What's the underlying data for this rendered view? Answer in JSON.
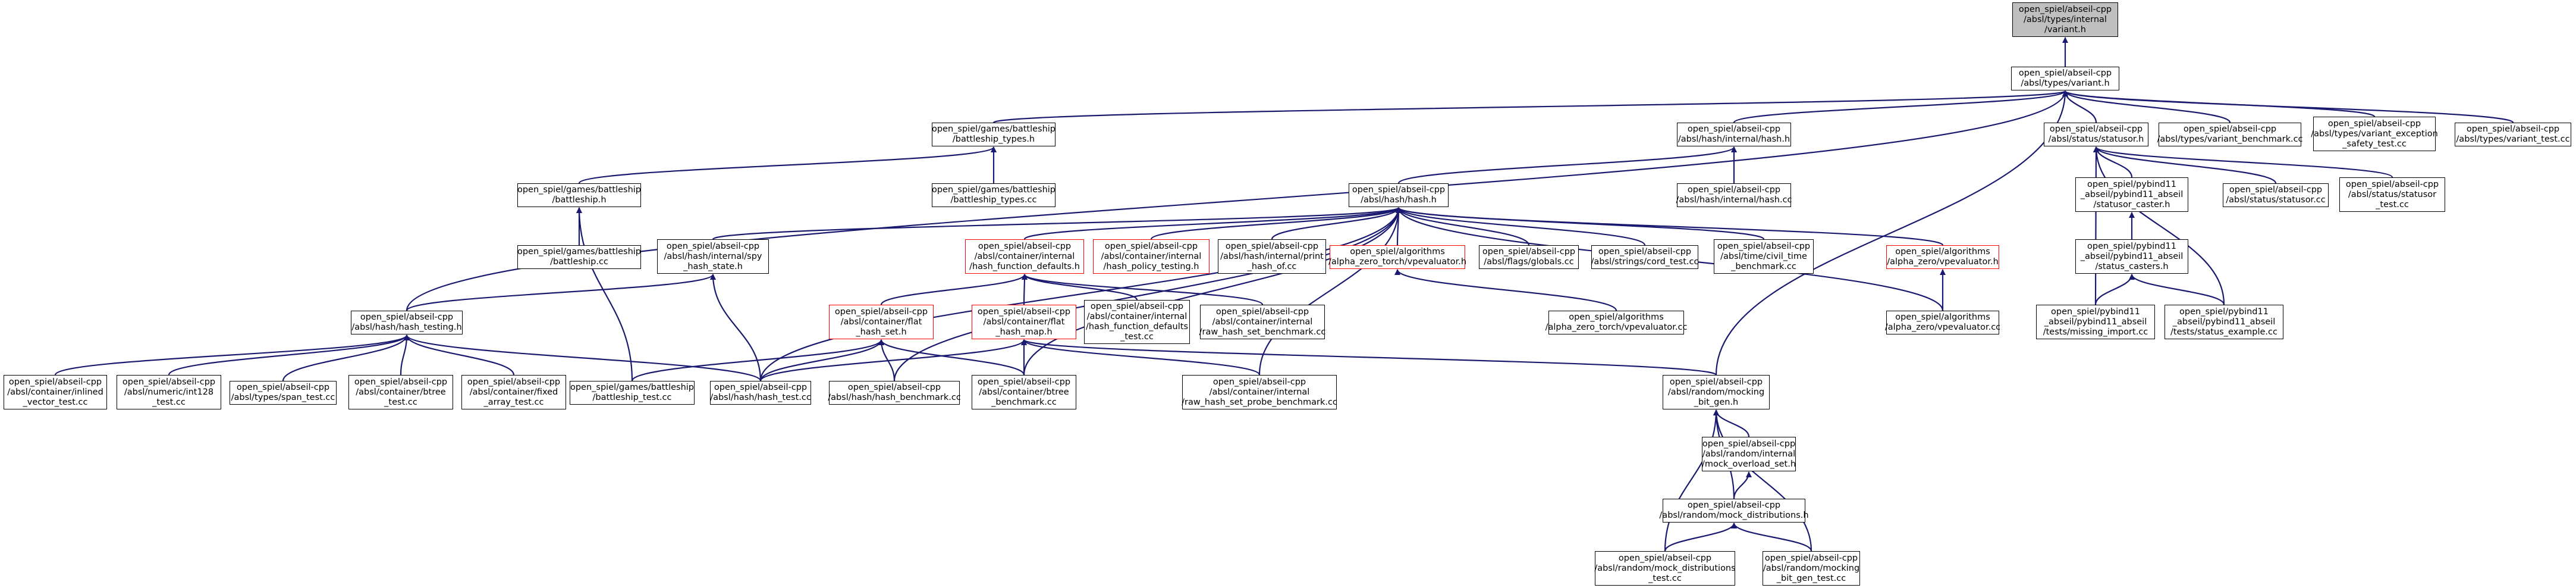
{
  "colors": {
    "edge": "#191970",
    "root_fill": "#bfbfbf",
    "red_border": "#ff0000",
    "node_border": "#000000"
  },
  "nodes": {
    "variant_internal_h": {
      "lines": [
        "open_spiel/abseil-cpp",
        "/absl/types/internal",
        "/variant.h"
      ]
    },
    "variant_h": {
      "lines": [
        "open_spiel/abseil-cpp",
        "/absl/types/variant.h"
      ]
    },
    "battleship_types_h": {
      "lines": [
        "open_spiel/games/battleship",
        "/battleship_types.h"
      ]
    },
    "hash_internal_hash_h": {
      "lines": [
        "open_spiel/abseil-cpp",
        "/absl/hash/internal/hash.h"
      ]
    },
    "statusor_h": {
      "lines": [
        "open_spiel/abseil-cpp",
        "/absl/status/statusor.h"
      ]
    },
    "variant_benchmark": {
      "lines": [
        "open_spiel/abseil-cpp",
        "/absl/types/variant_benchmark.cc"
      ]
    },
    "variant_exception_safety": {
      "lines": [
        "open_spiel/abseil-cpp",
        "/absl/types/variant_exception",
        "_safety_test.cc"
      ]
    },
    "variant_test": {
      "lines": [
        "open_spiel/abseil-cpp",
        "/absl/types/variant_test.cc"
      ]
    },
    "battleship_h": {
      "lines": [
        "open_spiel/games/battleship",
        "/battleship.h"
      ]
    },
    "battleship_types_cc": {
      "lines": [
        "open_spiel/games/battleship",
        "/battleship_types.cc"
      ]
    },
    "hash_h": {
      "lines": [
        "open_spiel/abseil-cpp",
        "/absl/hash/hash.h"
      ]
    },
    "hash_internal_hash_cc": {
      "lines": [
        "open_spiel/abseil-cpp",
        "/absl/hash/internal/hash.cc"
      ]
    },
    "statusor_caster": {
      "lines": [
        "open_spiel/pybind11",
        "_abseil/pybind11_abseil",
        "/statusor_caster.h"
      ]
    },
    "statusor_cc": {
      "lines": [
        "open_spiel/abseil-cpp",
        "/absl/status/statusor.cc"
      ]
    },
    "statusor_test": {
      "lines": [
        "open_spiel/abseil-cpp",
        "/absl/status/statusor",
        "_test.cc"
      ]
    },
    "battleship_cc": {
      "lines": [
        "open_spiel/games/battleship",
        "/battleship.cc"
      ]
    },
    "spy_hash_state": {
      "lines": [
        "open_spiel/abseil-cpp",
        "/absl/hash/internal/spy",
        "_hash_state.h"
      ]
    },
    "hash_function_defaults": {
      "lines": [
        "open_spiel/abseil-cpp",
        "/absl/container/internal",
        "/hash_function_defaults.h"
      ]
    },
    "hash_policy_testing": {
      "lines": [
        "open_spiel/abseil-cpp",
        "/absl/container/internal",
        "/hash_policy_testing.h"
      ]
    },
    "print_hash_of": {
      "lines": [
        "open_spiel/abseil-cpp",
        "/absl/hash/internal/print",
        "_hash_of.cc"
      ]
    },
    "alpha_zero_torch_vpe_h": {
      "lines": [
        "open_spiel/algorithms",
        "/alpha_zero_torch/vpevaluator.h"
      ]
    },
    "flags_globals": {
      "lines": [
        "open_spiel/abseil-cpp",
        "/absl/flags/globals.cc"
      ]
    },
    "cord_test": {
      "lines": [
        "open_spiel/abseil-cpp",
        "/absl/strings/cord_test.cc"
      ]
    },
    "civil_time_benchmark": {
      "lines": [
        "open_spiel/abseil-cpp",
        "/absl/time/civil_time",
        "_benchmark.cc"
      ]
    },
    "alpha_zero_vpe_h": {
      "lines": [
        "open_spiel/algorithms",
        "/alpha_zero/vpevaluator.h"
      ]
    },
    "status_casters": {
      "lines": [
        "open_spiel/pybind11",
        "_abseil/pybind11_abseil",
        "/status_casters.h"
      ]
    },
    "hash_testing": {
      "lines": [
        "open_spiel/abseil-cpp",
        "/absl/hash/hash_testing.h"
      ]
    },
    "flat_hash_set": {
      "lines": [
        "open_spiel/abseil-cpp",
        "/absl/container/flat",
        "_hash_set.h"
      ]
    },
    "flat_hash_map": {
      "lines": [
        "open_spiel/abseil-cpp",
        "/absl/container/flat",
        "_hash_map.h"
      ]
    },
    "hash_function_defaults_test": {
      "lines": [
        "open_spiel/abseil-cpp",
        "/absl/container/internal",
        "/hash_function_defaults",
        "_test.cc"
      ]
    },
    "raw_hash_set_benchmark": {
      "lines": [
        "open_spiel/abseil-cpp",
        "/absl/container/internal",
        "/raw_hash_set_benchmark.cc"
      ]
    },
    "alpha_zero_torch_vpe_cc": {
      "lines": [
        "open_spiel/algorithms",
        "/alpha_zero_torch/vpevaluator.cc"
      ]
    },
    "alpha_zero_vpe_cc": {
      "lines": [
        "open_spiel/algorithms",
        "/alpha_zero/vpevaluator.cc"
      ]
    },
    "missing_import": {
      "lines": [
        "open_spiel/pybind11",
        "_abseil/pybind11_abseil",
        "/tests/missing_import.cc"
      ]
    },
    "status_example": {
      "lines": [
        "open_spiel/pybind11",
        "_abseil/pybind11_abseil",
        "/tests/status_example.cc"
      ]
    },
    "inlined_vector_test": {
      "lines": [
        "open_spiel/abseil-cpp",
        "/absl/container/inlined",
        "_vector_test.cc"
      ]
    },
    "int128_test": {
      "lines": [
        "open_spiel/abseil-cpp",
        "/absl/numeric/int128",
        "_test.cc"
      ]
    },
    "span_test": {
      "lines": [
        "open_spiel/abseil-cpp",
        "/absl/types/span_test.cc"
      ]
    },
    "btree_test": {
      "lines": [
        "open_spiel/abseil-cpp",
        "/absl/container/btree",
        "_test.cc"
      ]
    },
    "fixed_array_test": {
      "lines": [
        "open_spiel/abseil-cpp",
        "/absl/container/fixed",
        "_array_test.cc"
      ]
    },
    "battleship_test": {
      "lines": [
        "open_spiel/games/battleship",
        "/battleship_test.cc"
      ]
    },
    "hash_test": {
      "lines": [
        "open_spiel/abseil-cpp",
        "/absl/hash/hash_test.cc"
      ]
    },
    "hash_benchmark": {
      "lines": [
        "open_spiel/abseil-cpp",
        "/absl/hash/hash_benchmark.cc"
      ]
    },
    "btree_benchmark": {
      "lines": [
        "open_spiel/abseil-cpp",
        "/absl/container/btree",
        "_benchmark.cc"
      ]
    },
    "raw_hash_set_probe_benchmark": {
      "lines": [
        "open_spiel/abseil-cpp",
        "/absl/container/internal",
        "/raw_hash_set_probe_benchmark.cc"
      ]
    },
    "mocking_bit_gen_h": {
      "lines": [
        "open_spiel/abseil-cpp",
        "/absl/random/mocking",
        "_bit_gen.h"
      ]
    },
    "mock_overload_set": {
      "lines": [
        "open_spiel/abseil-cpp",
        "/absl/random/internal",
        "/mock_overload_set.h"
      ]
    },
    "mock_distributions_h": {
      "lines": [
        "open_spiel/abseil-cpp",
        "/absl/random/mock_distributions.h"
      ]
    },
    "mock_distributions_test": {
      "lines": [
        "open_spiel/abseil-cpp",
        "/absl/random/mock_distributions",
        "_test.cc"
      ]
    },
    "mocking_bit_gen_test": {
      "lines": [
        "open_spiel/abseil-cpp",
        "/absl/random/mocking",
        "_bit_gen_test.cc"
      ]
    }
  }
}
